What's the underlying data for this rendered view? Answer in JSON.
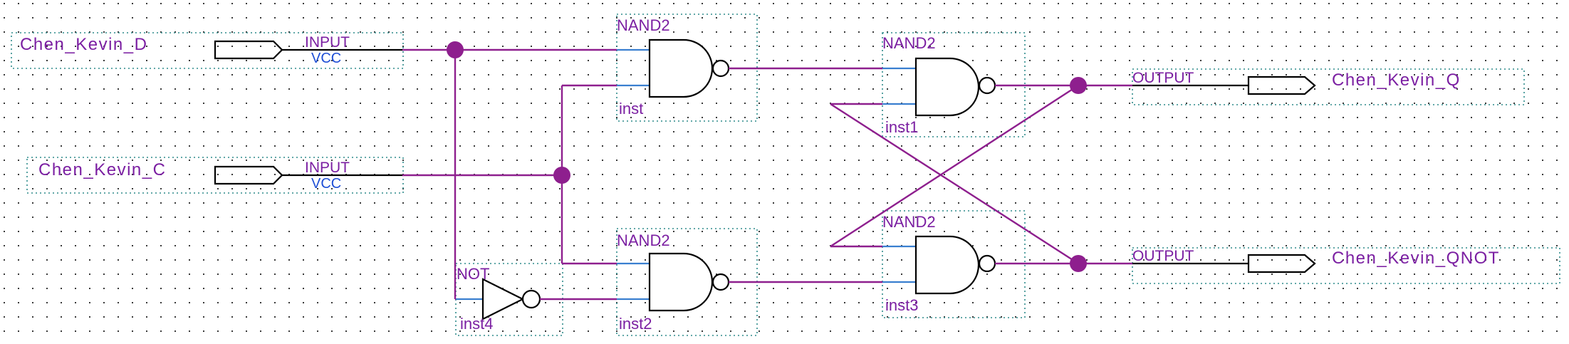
{
  "inputs": [
    {
      "pin_name": "Chen_Kevin_D",
      "type": "INPUT",
      "default": "VCC"
    },
    {
      "pin_name": "Chen_Kevin_C",
      "type": "INPUT",
      "default": "VCC"
    }
  ],
  "outputs": [
    {
      "pin_name": "Chen_Kevin_Q",
      "type": "OUTPUT"
    },
    {
      "pin_name": "Chen_Kevin_QNOT",
      "type": "OUTPUT"
    }
  ],
  "gates": [
    {
      "type": "NAND2",
      "instance": "inst"
    },
    {
      "type": "NAND2",
      "instance": "inst1"
    },
    {
      "type": "NAND2",
      "instance": "inst2"
    },
    {
      "type": "NAND2",
      "instance": "inst3"
    },
    {
      "type": "NOT",
      "instance": "inst4"
    }
  ],
  "colors": {
    "wire": "#8e1f8e",
    "label": "#7b1fa2",
    "vcc": "#1f4fd6",
    "pin_stub": "#3a7fd0",
    "instance_box": "#2e8b8b",
    "grid_dot": "#3a3a3a",
    "background": "#ffffff"
  }
}
